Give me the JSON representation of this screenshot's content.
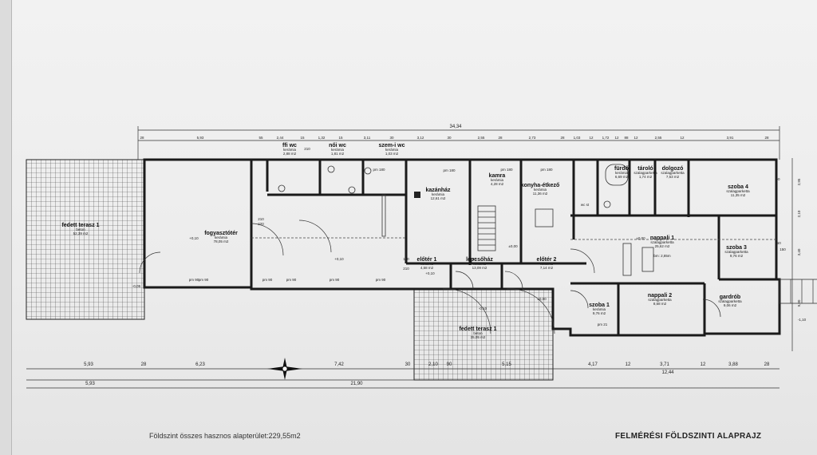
{
  "drawing": {
    "title": "FELMÉRÉSI FÖLDSZINTI ALAPRAJZ",
    "summary": "Földszint összes hasznos alapterület:229,55m2",
    "total_width": "34,34",
    "top_dims": [
      "28",
      "5,93",
      "55",
      "2,44",
      "15",
      "1,32",
      "15",
      "3,11",
      "30",
      "3,12",
      "30",
      "2,55",
      "28",
      "2,73",
      "28",
      "1,03",
      "12",
      "1,72",
      "12",
      "88",
      "12",
      "2,55",
      "12",
      "3,91",
      "28"
    ],
    "bottom_dims_row1": [
      "5,93",
      "28",
      "6,23",
      "7,42",
      "30",
      "2,10",
      "90",
      "5,15",
      "4,17",
      "12",
      "3,71",
      "12",
      "3,88",
      "28"
    ],
    "bottom_left_total": "21,90",
    "bottom_right_total": "12,44",
    "bottom_left_small": "5,93",
    "right_dims": [
      "2,95",
      "2,10",
      "3,40",
      "9,80"
    ],
    "rooms": [
      {
        "name": "fedett terasz 1",
        "material": "beton",
        "area": "52,39 m2"
      },
      {
        "name": "fogyasztótér",
        "material": "kerámia",
        "area": "78,05 m2"
      },
      {
        "name": "ffi wc",
        "material": "kerámia",
        "area": "2,88 m2"
      },
      {
        "name": "női wc",
        "material": "kerámia",
        "area": "1,81 m2"
      },
      {
        "name": "szem-i wc",
        "material": "kerámia",
        "area": "1,03 m2"
      },
      {
        "name": "kazánház",
        "material": "kerámia",
        "area": "12,61 m2"
      },
      {
        "name": "kamra",
        "material": "kerámia",
        "area": "4,28 m2"
      },
      {
        "name": "konyha-étkező",
        "material": "kerámia",
        "area": "11,36 m2"
      },
      {
        "name": "előtér 1",
        "material": "kerámia",
        "area": "4,58 m2"
      },
      {
        "name": "lépcsőház",
        "material": "kerámia",
        "area": "13,09 m2"
      },
      {
        "name": "előtér 2",
        "material": "kerámia",
        "area": "7,14 m2"
      },
      {
        "name": "fürdő",
        "material": "kerámia",
        "area": "6,69 m2"
      },
      {
        "name": "tároló",
        "material": "szalagparketta",
        "area": "1,74 m2"
      },
      {
        "name": "dolgozó",
        "material": "szalagparketta",
        "area": "7,53 m2"
      },
      {
        "name": "szoba 4",
        "material": "szalagparketta",
        "area": "11,35 m2"
      },
      {
        "name": "nappali 1",
        "material": "szalagparketta",
        "area": "25,62 m2"
      },
      {
        "name": "szoba 3",
        "material": "szalagparketta",
        "area": "9,76 m2"
      },
      {
        "name": "szoba 1",
        "material": "kerámia",
        "area": "9,76 m2"
      },
      {
        "name": "nappali 2",
        "material": "szalagparketta",
        "area": "8,68 m2"
      },
      {
        "name": "gardrób",
        "material": "szalagparketta",
        "area": "9,06 m2"
      },
      {
        "name": "fedett terasz 1",
        "material": "beton",
        "area": "35,05 m2"
      }
    ],
    "extra_labels": {
      "wc_st": "wc st",
      "height": "bm: 2,85m",
      "levels": [
        "+0,10",
        "+0,10",
        "+0,10",
        "±0,00",
        "±0,00",
        "±0,00",
        "-0,05",
        "-0,10",
        "-1,10"
      ],
      "openings": [
        "pm 90",
        "pm 90",
        "pm 90",
        "pm 90",
        "pm 180",
        "pm 180",
        "pm 180",
        "pm 180",
        "pm 90",
        "pm 90",
        "pm 21",
        "210",
        "220",
        "100",
        "210",
        "100",
        "210",
        "90",
        "150",
        "150"
      ]
    }
  }
}
